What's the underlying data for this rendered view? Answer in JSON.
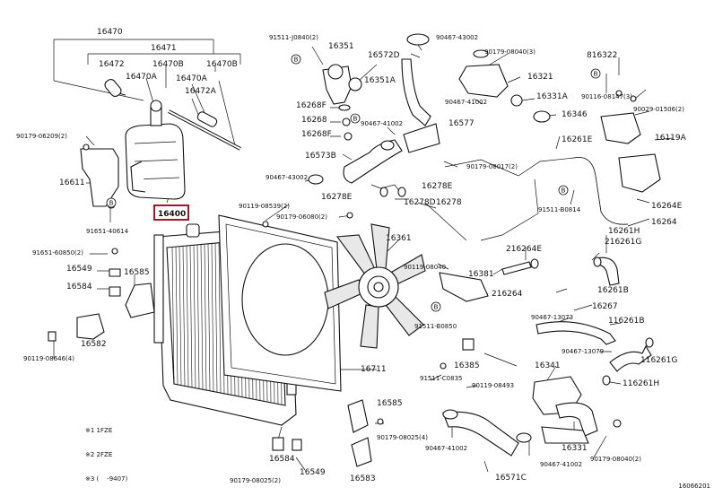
{
  "labels": [
    "16470",
    "16471",
    "16472",
    "16470B",
    "16470B",
    "16470A",
    "16470A",
    "16472A",
    "90179-06209(2)",
    "16611",
    "91651-40614",
    "16400",
    "91651-60850(2)",
    "16549",
    "16585",
    "16584",
    "16582",
    "90119-08646(4)",
    "91511-J0840(2)",
    "16351",
    "16572D",
    "90467-43002",
    "16351A",
    "16268F",
    "16268",
    "16268F",
    "90467-41002",
    "16577",
    "16573B",
    "90467-43002",
    "16278E",
    "16278E",
    "16278D",
    "16278",
    "90119-08539(2)",
    "90179-06080(2)",
    "16361",
    "16711",
    "16585",
    "16584",
    "16549",
    "90179-08025(2)",
    "90179-08025(4)",
    "16583",
    "90119-08040",
    "16381",
    "216264",
    "91511-B0850",
    "16385",
    "91511-C0835",
    "90119-08493",
    "90467-41002",
    "16571C",
    "90179-08040(3)",
    "16321",
    "90467-41002",
    "16331A",
    "16346",
    "16261E",
    "90179-08017(2)",
    "91511-B0814",
    "16264E",
    "16264",
    "16261H",
    "216261G",
    "216264E",
    "16261B",
    "16267",
    "116261B",
    "90467-13073",
    "90467-13079",
    "116261G",
    "16341",
    "116261H",
    "16331",
    "90467-41002",
    "90179-08040(2)",
    "816322",
    "90116-08147(3)",
    "90029-01506(2)",
    "16119A"
  ],
  "marker_letter": "B",
  "notes": [
    "※1 1FZE",
    "※2 2FZE",
    "※3 (    -9407)"
  ],
  "ref_code": "16066201",
  "highlight_label": "16400"
}
